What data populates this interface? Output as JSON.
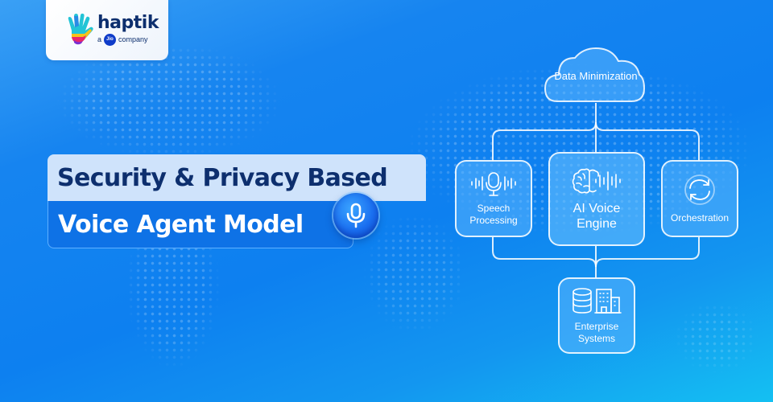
{
  "brand": {
    "name": "haptik",
    "tagline_prefix": "a",
    "tagline_badge": "Jio",
    "tagline_suffix": "company"
  },
  "headline": {
    "line1": "Security & Privacy Based",
    "line2": "Voice Agent Model",
    "icon": "microphone-icon"
  },
  "diagram": {
    "top": {
      "label": "Data Minimization",
      "icon": "cloud-icon"
    },
    "left": {
      "label": "Speech Processing",
      "icon": "microphone-waveform-icon"
    },
    "center": {
      "label": "AI Voice Engine",
      "icon": "brain-waveform-icon"
    },
    "right": {
      "label": "Orchestration",
      "icon": "refresh-cycle-icon"
    },
    "bottom": {
      "label": "Enterprise Systems",
      "icon": "database-building-icon"
    }
  },
  "colors": {
    "navy_text": "#0d2f6e",
    "title_bg_light": "#cfe3fb",
    "title_bg_blue": "#0e72e6",
    "background_blue": "#0d80f0",
    "background_cyan": "#14c0f2"
  }
}
